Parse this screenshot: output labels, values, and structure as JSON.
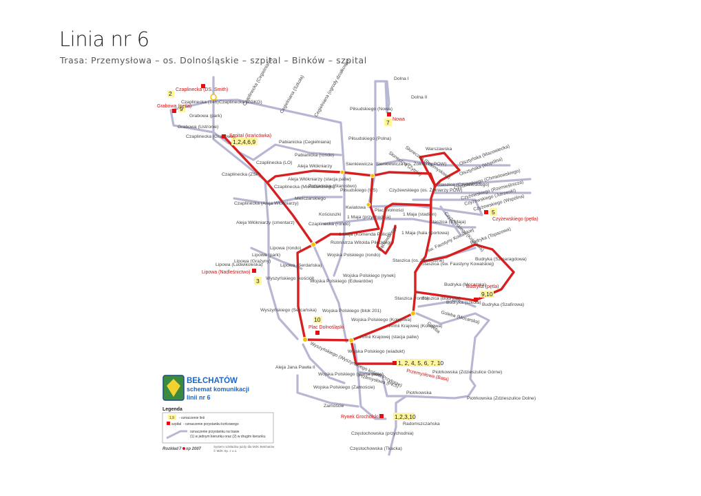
{
  "header": {
    "title": "Linia nr 6",
    "subtitle": "Trasa: Przemysłowa – os. Dolnośląskie – szpital – Binków – szpital"
  },
  "colors": {
    "route": "#d81e1e",
    "network": "#b7b7d4",
    "stop_marker": "#e01010",
    "line_badge": "#fff59a",
    "transfer": "#f2c200",
    "logo_text": "#1a67c9"
  },
  "stops": [
    {
      "id": "s1",
      "label": "Czaplinecka (DS. Smith)"
    },
    {
      "id": "s2",
      "label": "Grabowa (pętla)"
    },
    {
      "id": "s3",
      "label": "Czaplinecka (146)"
    },
    {
      "id": "s4",
      "label": "Czaplinecka (ZGKG)"
    },
    {
      "id": "s5",
      "label": "Czaplinecka (Cegielniana)"
    },
    {
      "id": "s6",
      "label": "Cegielniana (Szkoła)"
    },
    {
      "id": "s7",
      "label": "Cegielniana (ogrody działkowe)"
    },
    {
      "id": "s8",
      "label": "Grabowa (park)"
    },
    {
      "id": "s9",
      "label": "Grabowa (Ustronie)"
    },
    {
      "id": "s10",
      "label": "Czaplinecka (Grabowa)"
    },
    {
      "id": "s11",
      "label": "Szpital (krańcówka)"
    },
    {
      "id": "s12",
      "label": "Pabianicka (Cegielniana)"
    },
    {
      "id": "s13",
      "label": "Pabianicka (rondo)"
    },
    {
      "id": "s14",
      "label": "Aleja Włókniarzy"
    },
    {
      "id": "s15",
      "label": "Czaplinecka (LO)"
    },
    {
      "id": "s16",
      "label": "Czaplinecka (ZSP)"
    },
    {
      "id": "s17",
      "label": "Aleja Włókniarzy (stacja paliw)"
    },
    {
      "id": "s18",
      "label": "Pabianicka (Starostwo)"
    },
    {
      "id": "s19",
      "label": "Czaplinecka (Mielczarskiego)"
    },
    {
      "id": "s20",
      "label": "Mielczarskiego"
    },
    {
      "id": "s21",
      "label": "Czaplinecka (Aleja Włókniarzy)"
    },
    {
      "id": "s22",
      "label": "Kościuszki"
    },
    {
      "id": "s23",
      "label": "Aleja Włókniarzy (cmentarz)"
    },
    {
      "id": "s24",
      "label": "Czaplinecka (rondo)"
    },
    {
      "id": "s25",
      "label": "Lipowa (rondo)"
    },
    {
      "id": "s26",
      "label": "Rotmistrza Witolda Pileckiego"
    },
    {
      "id": "s27",
      "label": "Lipowa (park)"
    },
    {
      "id": "s28",
      "label": "Lipowa (Grażyny)"
    },
    {
      "id": "s29",
      "label": "Lipowa (Ludwikowska)"
    },
    {
      "id": "s30",
      "label": "Lipowa (Nadleśnictwo)"
    },
    {
      "id": "s31",
      "label": "Lipowa (Serdańska)"
    },
    {
      "id": "s32",
      "label": "Wojska Polskiego (rondo)"
    },
    {
      "id": "s33",
      "label": "Wyszyńskiego (kościół)"
    },
    {
      "id": "s34",
      "label": "Wojska Polskiego (rynek)"
    },
    {
      "id": "s35",
      "label": "Wojska Polskiego (Edwardów)"
    },
    {
      "id": "s36",
      "label": "Wyszyńskiego (Sercańska)"
    },
    {
      "id": "s37",
      "label": "Wojska Polskiego (blok 201)"
    },
    {
      "id": "s38",
      "label": "Plac Dolnośląski"
    },
    {
      "id": "s39",
      "label": "Wojska Polskiego (Kolejowa)"
    },
    {
      "id": "s40",
      "label": "Armii Krajowej (Kolejowa)"
    },
    {
      "id": "s41",
      "label": "Armii Krajowej (stacja paliw)"
    },
    {
      "id": "s42",
      "label": "Wyszyńskiego (Wyszyńskiego kościół Przytorze)"
    },
    {
      "id": "s43",
      "label": "Wojska Polskiego (wiadukt)"
    },
    {
      "id": "s44",
      "label": "Przemysłowa (Bata)"
    },
    {
      "id": "s45",
      "label": "Przemysłowa (PKS)"
    },
    {
      "id": "s46",
      "label": "Aleja Jana Pawła II"
    },
    {
      "id": "s47",
      "label": "Wojska Polskiego (stacja paliw)"
    },
    {
      "id": "s48",
      "label": "Wojska Polskiego (Zamoście)"
    },
    {
      "id": "s49",
      "label": "Zamoście"
    },
    {
      "id": "s50",
      "label": "Rynek Grocholski"
    },
    {
      "id": "s51",
      "label": "Częstochowska (przychodnia)"
    },
    {
      "id": "s52",
      "label": "Częstochowska (Tkacka)"
    },
    {
      "id": "s53",
      "label": "Radomszczańska"
    },
    {
      "id": "s54",
      "label": "Piotrkowska"
    },
    {
      "id": "s55",
      "label": "Piotrkowska (Zdzieszulice Górne)"
    },
    {
      "id": "s56",
      "label": "Piotrkowska (Zdzieszulice Dolne)"
    },
    {
      "id": "s57",
      "label": "Dolna I"
    },
    {
      "id": "s58",
      "label": "Dolna II"
    },
    {
      "id": "s59",
      "label": "Piłsudskiego (Nowa)"
    },
    {
      "id": "s60",
      "label": "Nowa"
    },
    {
      "id": "s61",
      "label": "Piłsudskiego (Polna)"
    },
    {
      "id": "s62",
      "label": "Sienkiewicza"
    },
    {
      "id": "s63",
      "label": "Sienkiewicza (os. Żołnierzy POW)"
    },
    {
      "id": "s64",
      "label": "Piłsudskiego (US)"
    },
    {
      "id": "s65",
      "label": "Kwiatowa"
    },
    {
      "id": "s66",
      "label": "Plac Wolności"
    },
    {
      "id": "s67",
      "label": "1 Maja (przychodnia)"
    },
    {
      "id": "s68",
      "label": "1 Maja (Komenda Policji)"
    },
    {
      "id": "s69",
      "label": "Dąbrowskiego"
    },
    {
      "id": "s70",
      "label": "1 Maja (stadion)"
    },
    {
      "id": "s71",
      "label": "1 Maja (hala sportowa)"
    },
    {
      "id": "s72",
      "label": "Czyżewskiego (os. Żołnierzy POW)"
    },
    {
      "id": "s73",
      "label": "Słoneczna (Przemysłowa)"
    },
    {
      "id": "s74",
      "label": "Słoneczna (Żytnia)"
    },
    {
      "id": "s75",
      "label": "Warszawska"
    },
    {
      "id": "s76",
      "label": "Olsztyńska (Mazowiecka)"
    },
    {
      "id": "s77",
      "label": "Olsztyńska (Wspólna)"
    },
    {
      "id": "s78",
      "label": "Staszica (Czyżewskiego)"
    },
    {
      "id": "s79",
      "label": "Czyżewskiego (Chmielowskiego)"
    },
    {
      "id": "s80",
      "label": "Czyżewskiego (Rzemieślnicza)"
    },
    {
      "id": "s81",
      "label": "Czyżewskiego (Jutrzenki)"
    },
    {
      "id": "s82",
      "label": "Czyżewskiego (Wspólna)"
    },
    {
      "id": "s83",
      "label": "Czyżewskiego (pętla)"
    },
    {
      "id": "s84",
      "label": "Czyżewskiego (Kolorowa)"
    },
    {
      "id": "s85",
      "label": "Staszica (1 Maja)"
    },
    {
      "id": "s86",
      "label": "św. Faustyny Kowalskiej"
    },
    {
      "id": "s87",
      "label": "Budryka (Topazowa)"
    },
    {
      "id": "s88",
      "label": "Staszica (os. Słoneczne)"
    },
    {
      "id": "s89",
      "label": "Staszica (św. Faustyny Kowalskiej)"
    },
    {
      "id": "s90",
      "label": "Budryka (Szmaragdowa)"
    },
    {
      "id": "s91",
      "label": "Budryka (Mocarska)"
    },
    {
      "id": "s92",
      "label": "Budryka (pętla)"
    },
    {
      "id": "s93",
      "label": "Staszica (rondo)"
    },
    {
      "id": "s94",
      "label": "Staszica (Budryka)"
    },
    {
      "id": "s95",
      "label": "Budryka (szkoła)"
    },
    {
      "id": "s96",
      "label": "Budryka (Szafirowa)"
    },
    {
      "id": "s97",
      "label": "Goleba (Mocarska)"
    },
    {
      "id": "s98",
      "label": "Goleba"
    }
  ],
  "line_badges": {
    "czaplinecka": "2",
    "grabowa": "9",
    "szpital": "1,2,4,6,9",
    "nowa": "7",
    "lipowa": "3",
    "czyzewskiego": "5",
    "budryka": "9,10",
    "plac": "10",
    "przemyslowa": "1, 2, 4, 5, 6, 7, 10",
    "rynek": "1,2,3,10"
  },
  "logo": {
    "city": "BEŁCHATÓW",
    "line1": "schemat komunikacji",
    "line2": "linii nr 6"
  },
  "legend": {
    "title": "Legenda",
    "badge_example": "1,9",
    "badge_desc": "- oznaczenie linii",
    "stop_example": "szpital",
    "stop_desc": "- oznaczenie przystanku końcowego",
    "dir_desc1": "oznaczenie przystanku na trasie",
    "dir_desc2": "(1) w jednym kierunku oraz (2) w drugim kierunku"
  },
  "footer": {
    "schedule": "Rozkład",
    "schedule_mid": "7",
    "schedule_suffix": "xp 2007",
    "credit1": "System rozkładów jazdy dla MZK Bełchatów",
    "credit2": "© MZK Sp. z o.o."
  }
}
